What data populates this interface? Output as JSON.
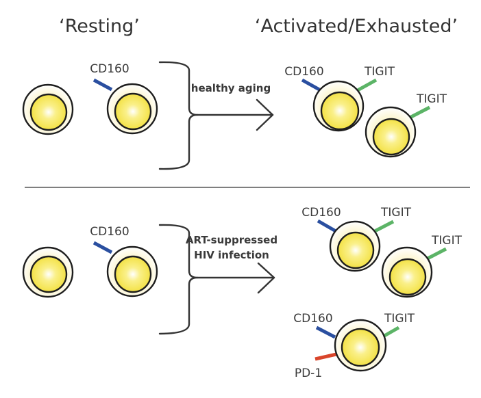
{
  "headings": {
    "resting": "‘Resting’",
    "activated": "‘Activated/Exhausted’"
  },
  "colors": {
    "cd160": "#2a4fa0",
    "tigit": "#5cb467",
    "pd1": "#d9452b",
    "cell_core": "#f5e54a",
    "cell_halo": "#fbf3c2",
    "outline": "#1e1e1e"
  },
  "panels": [
    {
      "name": "healthy-aging",
      "condition_lines": [
        "healthy aging"
      ],
      "resting_cells": [
        {
          "markers": []
        },
        {
          "markers": [
            {
              "type": "cd160",
              "label": "CD160"
            }
          ]
        }
      ],
      "activated_cells": [
        {
          "markers": [
            {
              "type": "cd160",
              "label": "CD160"
            },
            {
              "type": "tigit",
              "label": "TIGIT"
            }
          ]
        },
        {
          "markers": [
            {
              "type": "tigit",
              "label": "TIGIT"
            }
          ]
        }
      ]
    },
    {
      "name": "hiv-infection",
      "condition_lines": [
        "ART-suppressed",
        "HIV infection"
      ],
      "resting_cells": [
        {
          "markers": []
        },
        {
          "markers": [
            {
              "type": "cd160",
              "label": "CD160"
            }
          ]
        }
      ],
      "activated_cells": [
        {
          "markers": [
            {
              "type": "cd160",
              "label": "CD160"
            },
            {
              "type": "tigit",
              "label": "TIGIT"
            }
          ]
        },
        {
          "markers": [
            {
              "type": "tigit",
              "label": "TIGIT"
            }
          ]
        },
        {
          "markers": [
            {
              "type": "cd160",
              "label": "CD160"
            },
            {
              "type": "tigit",
              "label": "TIGIT"
            },
            {
              "type": "pd1",
              "label": "PD-1"
            }
          ]
        }
      ]
    }
  ]
}
